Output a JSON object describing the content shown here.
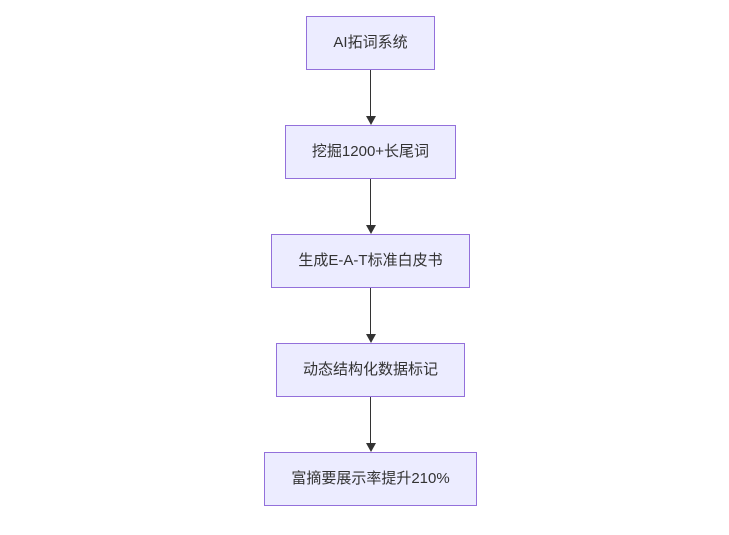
{
  "diagram": {
    "type": "flowchart",
    "direction": "top-down",
    "nodes": [
      {
        "id": "n1",
        "label": "AI拓词系统"
      },
      {
        "id": "n2",
        "label": "挖掘1200+长尾词"
      },
      {
        "id": "n3",
        "label": "生成E-A-T标准白皮书"
      },
      {
        "id": "n4",
        "label": "动态结构化数据标记"
      },
      {
        "id": "n5",
        "label": "富摘要展示率提升210%"
      }
    ],
    "edges": [
      {
        "from": "n1",
        "to": "n2"
      },
      {
        "from": "n2",
        "to": "n3"
      },
      {
        "from": "n3",
        "to": "n4"
      },
      {
        "from": "n4",
        "to": "n5"
      }
    ],
    "colors": {
      "background": "#ffffff",
      "node_fill": "#ececff",
      "node_border": "#9370db",
      "node_text": "#333333",
      "arrow": "#333333"
    }
  }
}
